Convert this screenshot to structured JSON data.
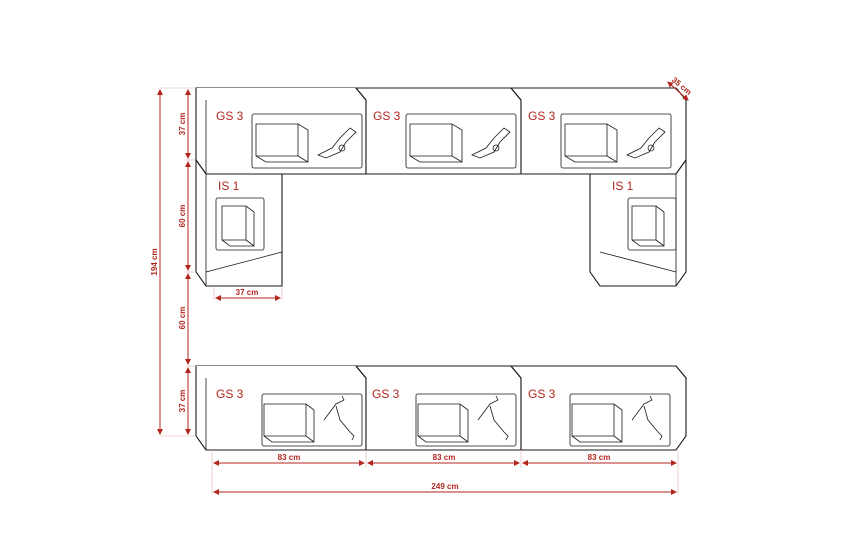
{
  "modules": {
    "top_left": "GS 3",
    "top_mid": "GS 3",
    "top_right": "GS 3",
    "side_left": "IS 1",
    "side_right": "IS 1",
    "bottom_left": "GS 3",
    "bottom_mid": "GS 3",
    "bottom_right": "GS 3"
  },
  "dimensions": {
    "depth": "35 cm",
    "height_top": "37 cm",
    "height_side": "60 cm",
    "height_gap": "60 cm",
    "height_bottom": "37 cm",
    "total_height": "194 cm",
    "side_width": "37 cm",
    "width_1": "83 cm",
    "width_2": "83 cm",
    "width_3": "83 cm",
    "total_width": "249 cm"
  },
  "colors": {
    "dimension": "#b3261e",
    "outline": "#1a1a1a"
  }
}
